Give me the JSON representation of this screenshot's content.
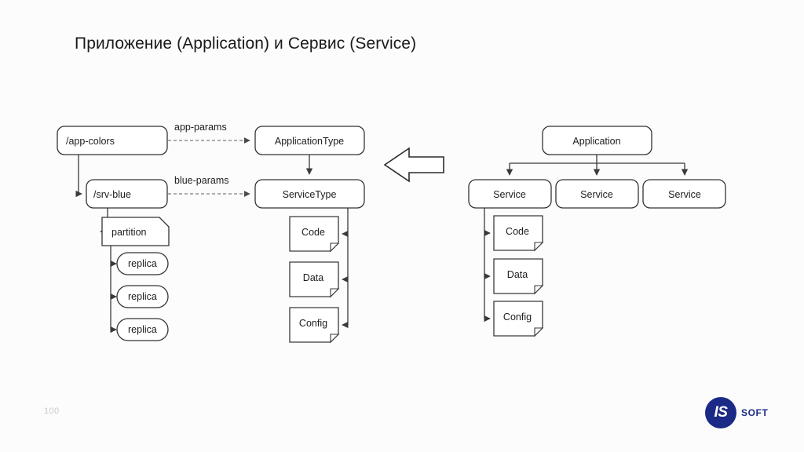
{
  "slide": {
    "title": "Приложение (Application) и Сервис (Service)",
    "page_number": "100",
    "background_color": "#fcfcfc"
  },
  "brand": {
    "mark": "IS",
    "name": "SOFT",
    "color": "#1b2a86"
  },
  "left_diagram": {
    "name": "zookeeper-paths-and-types",
    "nodes": {
      "app_colors": "/app-colors",
      "srv_blue": "/srv-blue",
      "partition": "partition",
      "replica_1": "replica",
      "replica_2": "replica",
      "replica_3": "replica",
      "application_type": "ApplicationType",
      "service_type": "ServiceType",
      "code": "Code",
      "data": "Data",
      "config": "Config"
    },
    "edge_labels": {
      "app_params": "app-params",
      "blue_params": "blue-params"
    }
  },
  "transform_arrow": {
    "name": "left-block-arrow",
    "direction": "left"
  },
  "right_diagram": {
    "name": "application-service-tree",
    "nodes": {
      "application": "Application",
      "service_1": "Service",
      "service_2": "Service",
      "service_3": "Service",
      "code": "Code",
      "data": "Data",
      "config": "Config"
    }
  }
}
